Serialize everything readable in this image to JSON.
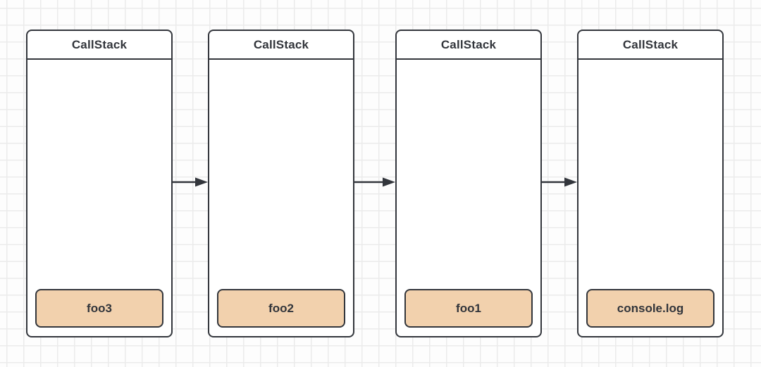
{
  "diagram": {
    "description_label": "call stack frames diagram",
    "frames": [
      {
        "title": "CallStack",
        "stack": [
          "foo3"
        ]
      },
      {
        "title": "CallStack",
        "stack": [
          "foo2"
        ]
      },
      {
        "title": "CallStack",
        "stack": [
          "foo1"
        ]
      },
      {
        "title": "CallStack",
        "stack": [
          "console.log"
        ]
      }
    ],
    "connections": [
      {
        "from": 0,
        "to": 1,
        "direction": "right"
      },
      {
        "from": 1,
        "to": 2,
        "direction": "right"
      },
      {
        "from": 2,
        "to": 3,
        "direction": "right"
      }
    ],
    "colors": {
      "frame_border": "#33363c",
      "frame_fill": "#ffffff",
      "chip_fill": "#f2d1ad",
      "text": "#32353b",
      "arrow": "#33363c",
      "grid_line": "#ebebeb",
      "canvas_background": "#fdfdfd"
    }
  }
}
